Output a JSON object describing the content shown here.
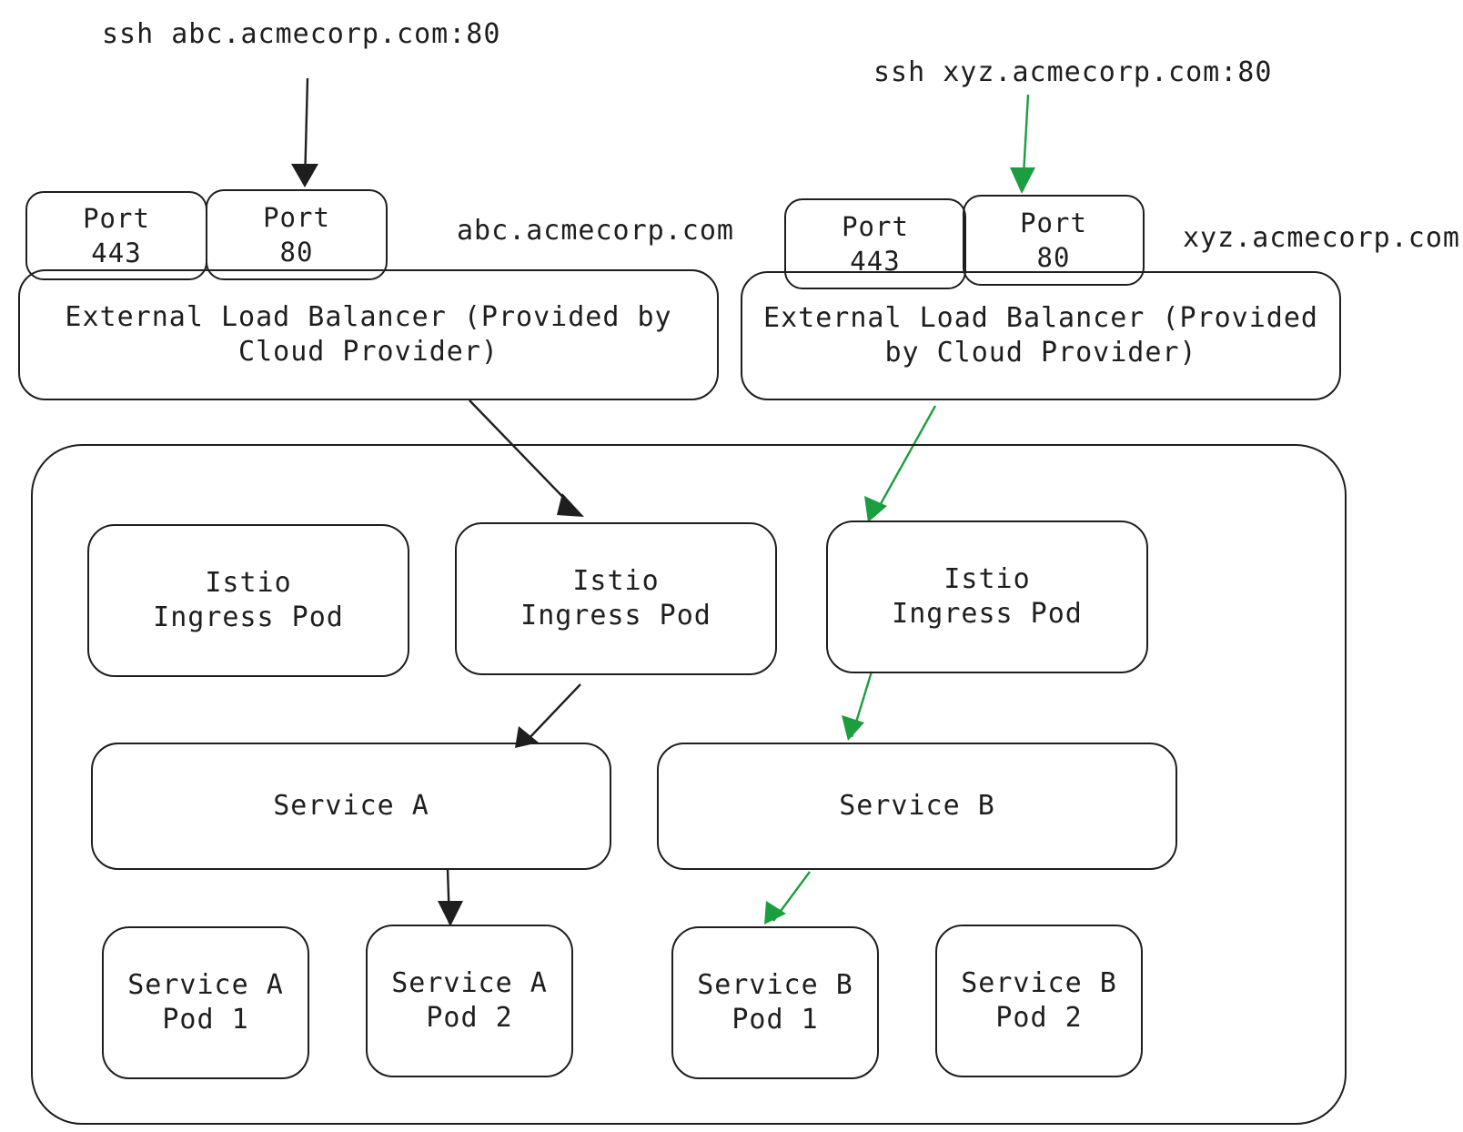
{
  "colors": {
    "stroke": "#1e1e1e",
    "green": "#1a9e3f"
  },
  "left": {
    "ssh_command": "ssh abc.acmecorp.com:80",
    "port_443_label": "Port\n443",
    "port_80_label": "Port\n80",
    "hostname": "abc.acmecorp.com",
    "load_balancer_label": "External Load Balancer (Provided by\nCloud Provider)"
  },
  "right": {
    "ssh_command": "ssh xyz.acmecorp.com:80",
    "port_443_label": "Port\n443",
    "port_80_label": "Port\n80",
    "hostname": "xyz.acmecorp.com",
    "load_balancer_label": "External Load Balancer (Provided\nby Cloud Provider)"
  },
  "cluster": {
    "ingress_pods": [
      {
        "label": "Istio\nIngress Pod"
      },
      {
        "label": "Istio\nIngress Pod"
      },
      {
        "label": "Istio\nIngress Pod"
      }
    ],
    "services": [
      {
        "label": "Service A"
      },
      {
        "label": "Service B"
      }
    ],
    "pods": [
      {
        "label": "Service A\nPod 1"
      },
      {
        "label": "Service A\nPod 2"
      },
      {
        "label": "Service B\nPod 1"
      },
      {
        "label": "Service B\nPod 2"
      }
    ]
  }
}
